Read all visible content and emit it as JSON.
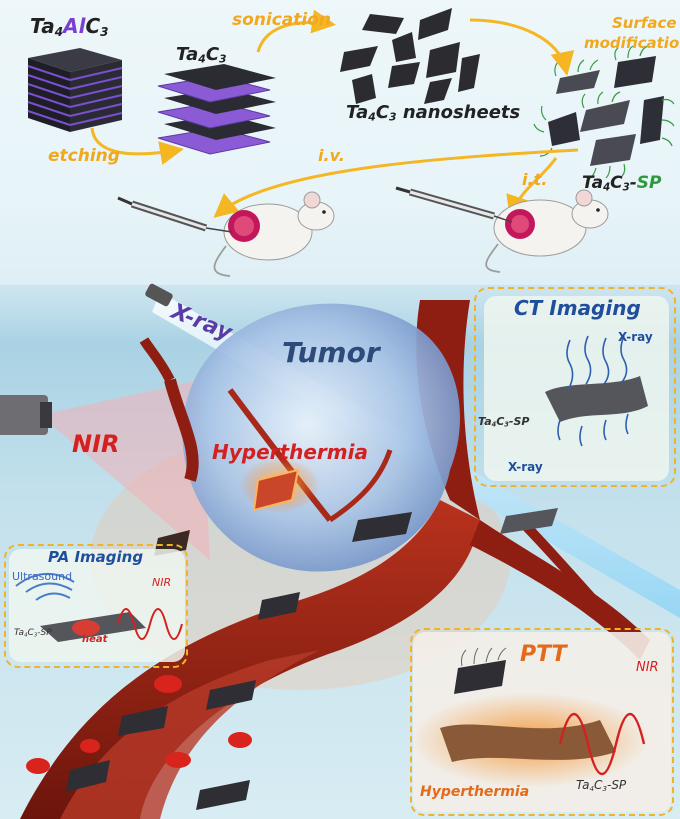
{
  "synthesis": {
    "precursor": {
      "p1": "Ta",
      "s1": "4",
      "p2": "Al",
      "p3": "C",
      "s2": "3"
    },
    "etched": {
      "p1": "Ta",
      "s1": "4",
      "p2": "C",
      "s2": "3"
    },
    "nanosheets": {
      "p1": "Ta",
      "s1": "4",
      "p2": "C",
      "s2": "3",
      "p3": " nanosheets"
    },
    "modified": {
      "p1": "Ta",
      "s1": "4",
      "p2": "C",
      "s2": "3",
      "p3": "-",
      "p4": "SP"
    },
    "steps": {
      "etching": "etching",
      "sonication": "sonication",
      "surface1": "Surface",
      "surface2": "modification",
      "iv": "i.v.",
      "it": "i.t."
    }
  },
  "scene": {
    "xray": "X-ray",
    "tumor": "Tumor",
    "nir": "NIR",
    "hyperthermia": "Hyperthermia"
  },
  "ct_panel": {
    "title": "CT Imaging",
    "xray_top": "X-ray",
    "xray_bottom": "X-ray",
    "material": {
      "p1": "Ta",
      "s1": "4",
      "p2": "C",
      "s2": "3",
      "p3": "-SP"
    }
  },
  "pa_panel": {
    "title": "PA Imaging",
    "ultrasound": "Ultrasound",
    "nir": "NIR",
    "heat": "heat",
    "material": {
      "p1": "Ta",
      "s1": "4",
      "p2": "C",
      "s2": "3",
      "p3": "-SP"
    }
  },
  "ptt_panel": {
    "title": "PTT",
    "nir": "NIR",
    "hyperthermia": "Hyperthermia",
    "material": {
      "p1": "Ta",
      "s1": "4",
      "p2": "C",
      "s2": "3",
      "p3": "-SP"
    }
  },
  "colors": {
    "arrow": "#f5b624",
    "panel_border": "#f0b429",
    "ct_title": "#1f4e9c",
    "pa_title": "#1f4e9c",
    "ptt_title": "#e26a1a",
    "nir": "#d42020",
    "xray": "#5a3ca8",
    "tumor": "#2c4a7a",
    "vessel": "#8e1d12"
  }
}
